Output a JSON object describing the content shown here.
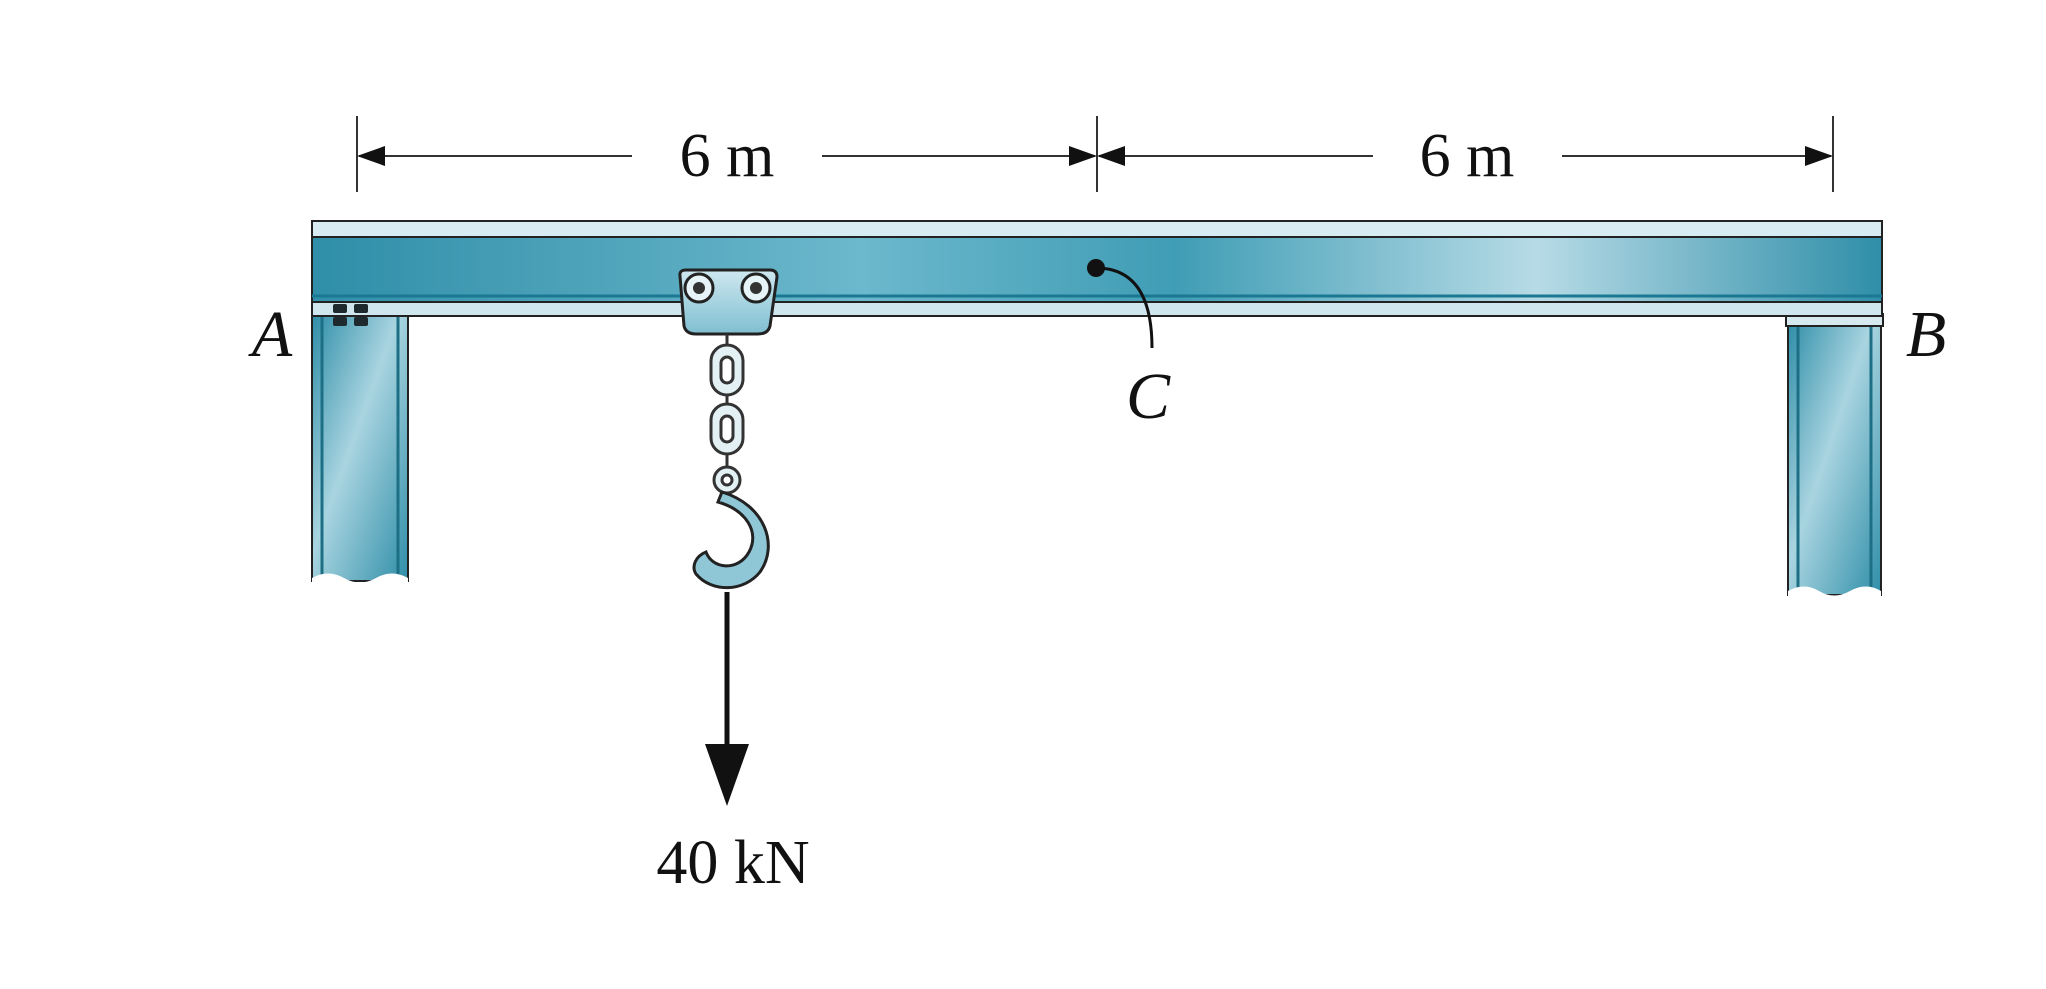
{
  "dimensions": {
    "left_span": "6 m",
    "right_span": "6 m"
  },
  "points": {
    "a": "A",
    "b": "B",
    "c": "C"
  },
  "load": {
    "label": "40 kN"
  },
  "colors": {
    "steel_dark": "#2f8ea8",
    "steel_light": "#b7dbe6",
    "steel_mid": "#5fb0c6",
    "line": "#111111"
  }
}
